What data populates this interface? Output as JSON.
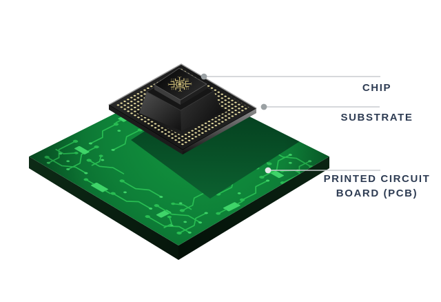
{
  "labels": {
    "chip": "CHIP",
    "substrate": "SUBSTRATE",
    "pcb_line1": "PRINTED CIRCUIT",
    "pcb_line2": "BOARD (PCB)"
  },
  "colors": {
    "label_text": "#2e3c53",
    "leader_line": "#c9cccf",
    "leader_dot": "#9ba1a4",
    "leader_dot_bright": "#e6e9e9",
    "pcb_green": "#0e8038",
    "pcb_dark_pad": "#085028",
    "trace_green": "#29bd53",
    "trace_bright": "#3fd469",
    "board_side": "#0a2112",
    "substrate_dark": "#181818",
    "bga_gold": "#e9dfa2",
    "chip_gold": "#d9c87e",
    "chip_black": "#111111"
  }
}
